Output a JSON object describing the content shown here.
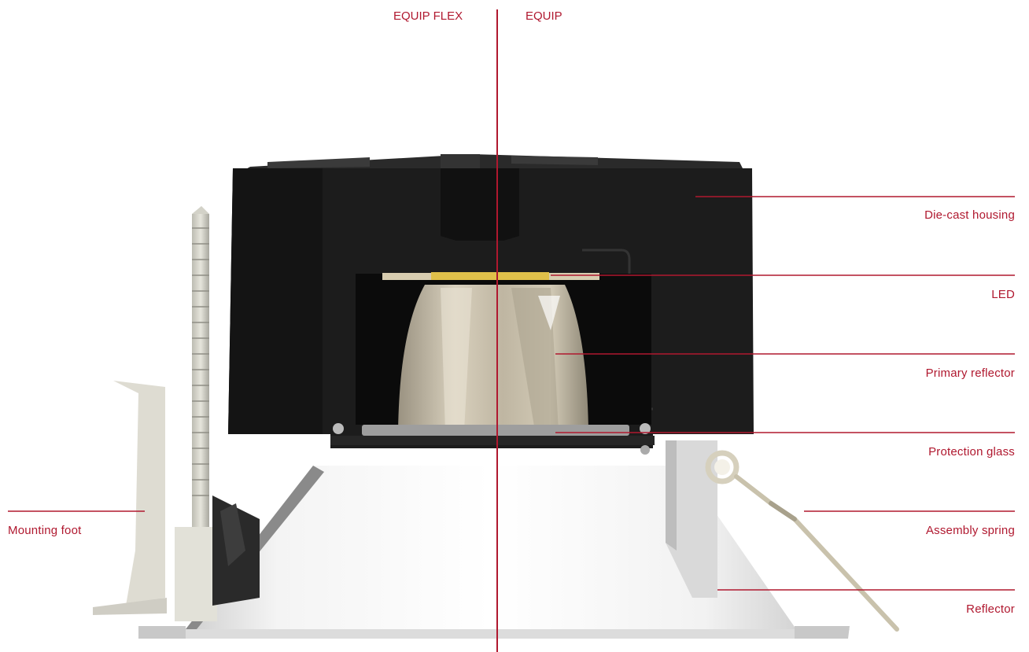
{
  "header": {
    "left_label": "EQUIP FLEX",
    "right_label": "EQUIP"
  },
  "callouts": {
    "die_cast_housing": "Die-cast housing",
    "led": "LED",
    "primary_reflector": "Primary reflector",
    "protection_glass": "Protection glass",
    "assembly_spring": "Assembly spring",
    "reflector": "Reflector",
    "mounting_foot": "Mounting foot"
  },
  "colors": {
    "accent": "#b0182f",
    "housing": "#1c1c1c",
    "reflector": "#eeeeee",
    "led": "#e0c04a"
  }
}
